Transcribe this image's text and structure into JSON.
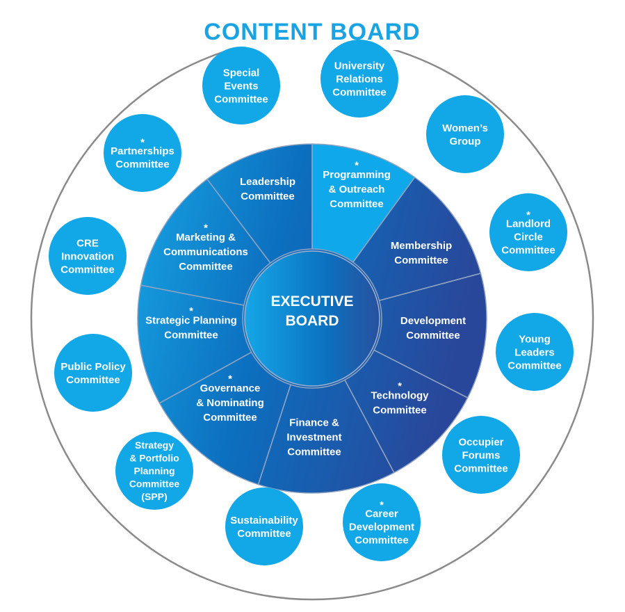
{
  "title": "CONTENT BOARD",
  "center": [
    "EXECUTIVE",
    "BOARD"
  ],
  "colors": {
    "outer_ring_stroke": "#8a8a8a",
    "bubble": "#12a7e6",
    "title": "#1aa3e3",
    "highlight_segment": "#0fa8ea",
    "segment_divider": "#8fa3c0"
  },
  "segments": [
    {
      "id": "programming-outreach",
      "lines": [
        "*",
        "Programming",
        "& Outreach",
        "Committee"
      ],
      "highlight": true
    },
    {
      "id": "membership",
      "lines": [
        "Membership",
        "Committee"
      ]
    },
    {
      "id": "development",
      "lines": [
        "Development",
        "Committee"
      ]
    },
    {
      "id": "technology",
      "lines": [
        "*",
        "Technology",
        "Committee"
      ]
    },
    {
      "id": "finance-investment",
      "lines": [
        "Finance &",
        "Investment",
        "Committee"
      ]
    },
    {
      "id": "governance-nominating",
      "lines": [
        "*",
        "Governance",
        "& Nominating",
        "Committee"
      ]
    },
    {
      "id": "strategic-planning",
      "lines": [
        "*",
        "Strategic Planning",
        "Committee"
      ]
    },
    {
      "id": "marketing-communications",
      "lines": [
        "*",
        "Marketing &",
        "Communications",
        "Committee"
      ]
    },
    {
      "id": "leadership",
      "lines": [
        "Leadership",
        "Committee"
      ]
    }
  ],
  "bubbles": [
    {
      "id": "special-events",
      "lines": [
        "Special",
        "Events",
        "Committee"
      ]
    },
    {
      "id": "university-relations",
      "lines": [
        "University",
        "Relations",
        "Committee"
      ]
    },
    {
      "id": "womens-group",
      "lines": [
        "Women’s",
        "Group"
      ]
    },
    {
      "id": "landlord-circle",
      "lines": [
        "*",
        "Landlord",
        "Circle",
        "Committee"
      ]
    },
    {
      "id": "young-leaders",
      "lines": [
        "Young",
        "Leaders",
        "Committee"
      ]
    },
    {
      "id": "occupier-forums",
      "lines": [
        "Occupier",
        "Forums",
        "Committee"
      ]
    },
    {
      "id": "career-development",
      "lines": [
        "*",
        "Career",
        "Development",
        "Committee"
      ]
    },
    {
      "id": "sustainability",
      "lines": [
        "Sustainability",
        "Committee"
      ]
    },
    {
      "id": "strategy-portfolio",
      "lines": [
        "Strategy",
        "& Portfolio",
        "Planning",
        "Committee",
        "(SPP)"
      ]
    },
    {
      "id": "public-policy",
      "lines": [
        "Public Policy",
        "Committee"
      ]
    },
    {
      "id": "cre-innovation",
      "lines": [
        "CRE",
        "Innovation",
        "Committee"
      ]
    },
    {
      "id": "partnerships",
      "lines": [
        "*",
        "Partnerships",
        "Committee"
      ]
    }
  ]
}
